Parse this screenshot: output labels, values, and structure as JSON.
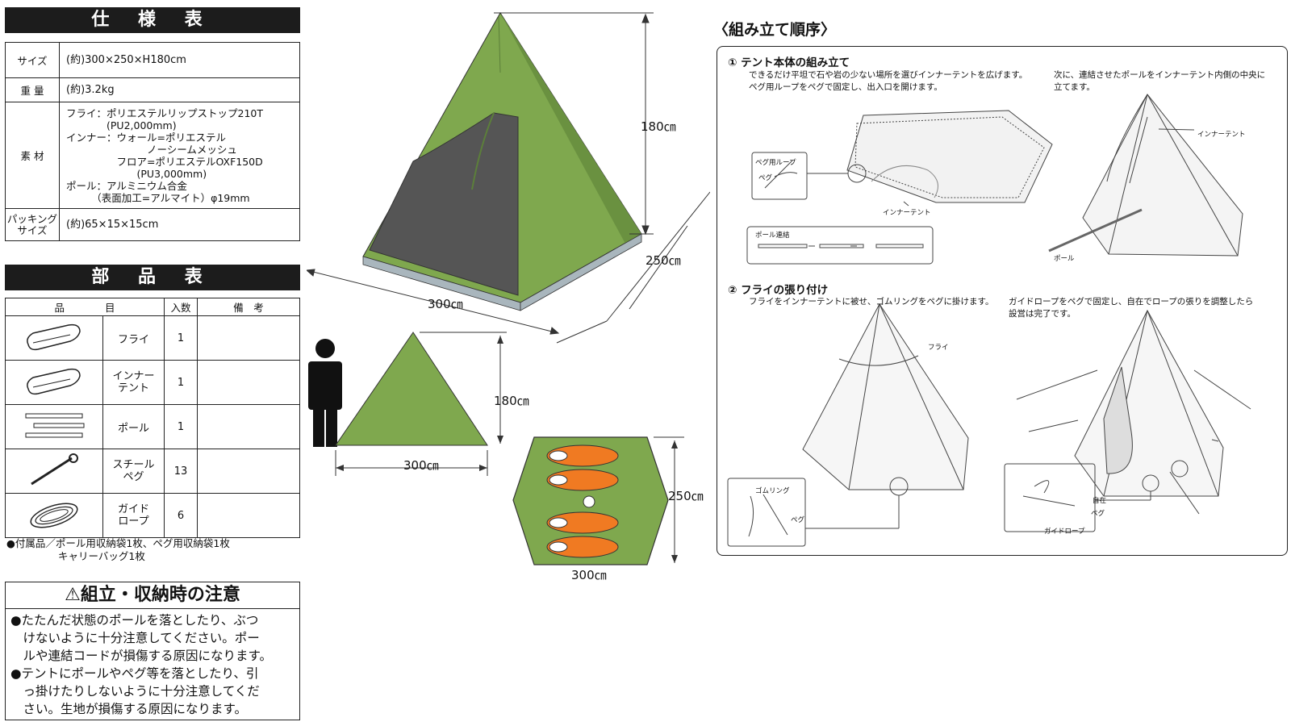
{
  "spec": {
    "title": "仕 様 表",
    "rows": [
      {
        "key": "サイズ",
        "value": "(約)300×250×H180cm"
      },
      {
        "key": "重 量",
        "value": "(約)3.2kg"
      },
      {
        "key": "素 材",
        "value": "フライ：ポリエステルリップストップ210T\n　　　　(PU2,000mm)\nインナー：ウォール=ポリエステル\n　　　　　　　　ノーシームメッシュ\n　　　　　フロア=ポリエステルOXF150D\n　　　　　　　(PU3,000mm)\nポール：アルミニウム合金\n　　　（表面加工=アルマイト）φ19mm"
      },
      {
        "key": "パッキング\nサイズ",
        "value": "(約)65×15×15cm"
      }
    ]
  },
  "parts": {
    "title": "部 品 表",
    "headers": [
      "品　　　　目",
      "入数",
      "備　考"
    ],
    "rows": [
      {
        "icon": "fly-bag-icon",
        "name": "フライ",
        "qty": "1"
      },
      {
        "icon": "inner-bag-icon",
        "name": "インナー\nテント",
        "qty": "1"
      },
      {
        "icon": "poles-icon",
        "name": "ポール",
        "qty": "1"
      },
      {
        "icon": "steel-peg-icon",
        "name": "スチール\nペグ",
        "qty": "13"
      },
      {
        "icon": "guy-rope-icon",
        "name": "ガイド\nロープ",
        "qty": "6"
      }
    ],
    "note1": "●付属品／ポール用収納袋1枚、ペグ用収納袋1枚",
    "note2": "キャリーバッグ1枚"
  },
  "caution": {
    "title": "⚠組立・収納時の注意",
    "body": "●たたんだ状態のポールを落としたり、ぶつ\n　けないように十分注意してください。ポー\n　ルや連結コードが損傷する原因になります。\n●テントにポールやペグ等を落としたり、引\n　っ掛けたりしないように十分注意してくだ\n　さい。生地が損傷する原因になります。"
  },
  "dims": {
    "h180": "180㎝",
    "w250": "250㎝",
    "w300": "300㎝"
  },
  "colors": {
    "tent": "#7fa84e",
    "tent_dark": "#6a9140",
    "door": "#555555",
    "floor_edge": "#a9b6bd",
    "sleeping_bag": "#f07a22",
    "dark": "#1c1c1c"
  },
  "procedure": {
    "title": "〈組み立て順序〉",
    "step1": {
      "title": "① テント本体の組み立て",
      "desc_a": "できるだけ平坦で石や岩の少ない場所を選びインナーテントを広げます。\nペグ用ループをペグで固定し、出入口を開けます。",
      "desc_b": "次に、連結させたポールをインナーテント内側の中央に\n立てます。",
      "labels": {
        "peg_loop": "ペグ用ループ",
        "peg": "ペグ",
        "inner": "インナーテント",
        "pole_connect": "ポール連結",
        "inner2": "インナーテント",
        "pole": "ポール"
      }
    },
    "step2": {
      "title": "② フライの張り付け",
      "desc_a": "フライをインナーテントに被せ、ゴムリングをペグに掛けます。",
      "desc_b": "ガイドロープをペグで固定し、自在でロープの張りを調整したら\n設営は完了です。",
      "labels": {
        "fly": "フライ",
        "rubber": "ゴムリング",
        "peg": "ペグ",
        "jizai": "自在",
        "peg2": "ペグ",
        "guy": "ガイドロープ"
      }
    }
  }
}
